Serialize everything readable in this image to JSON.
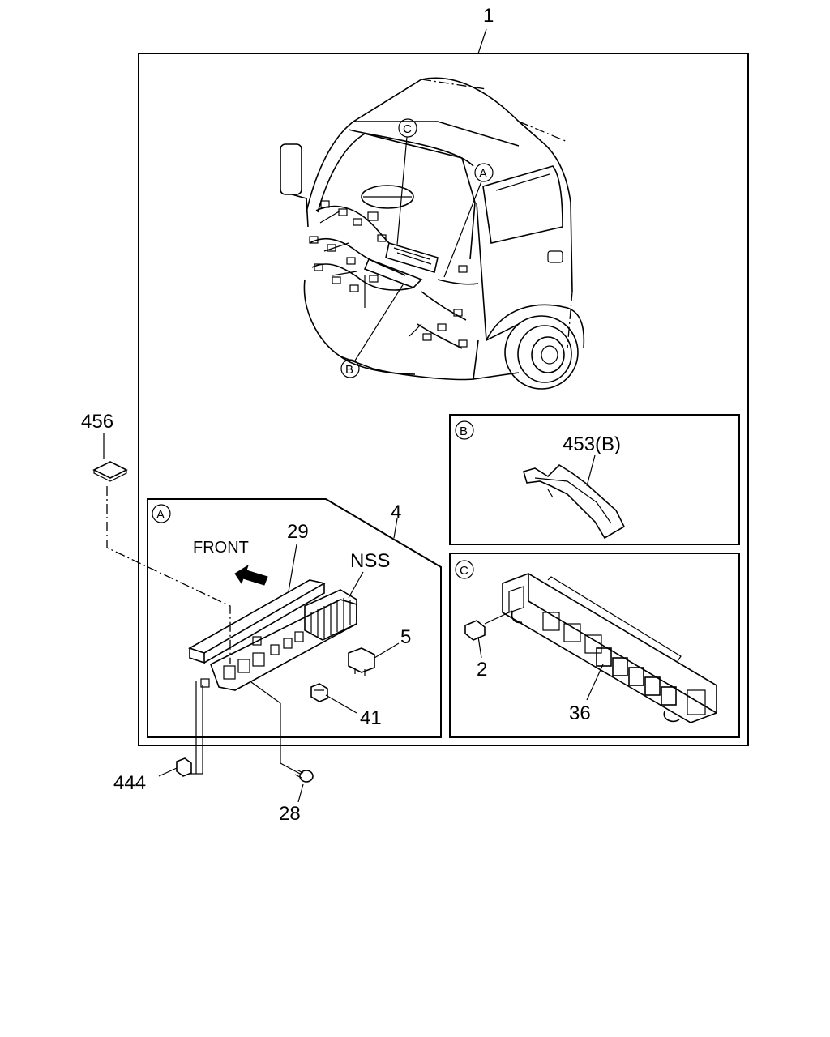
{
  "callouts": {
    "assembly": "1",
    "harness_main": "4",
    "fuse_box_cover": "29",
    "nss": "NSS",
    "relay_5": "5",
    "relay_41": "41",
    "clip_444": "444",
    "screw_28": "28",
    "pad_456": "456",
    "bracket_453": "453(B)",
    "relay_2": "2",
    "relay_block_36": "36"
  },
  "detail_markers": {
    "a": "A",
    "b": "B",
    "c": "C"
  },
  "front_label": "FRONT"
}
